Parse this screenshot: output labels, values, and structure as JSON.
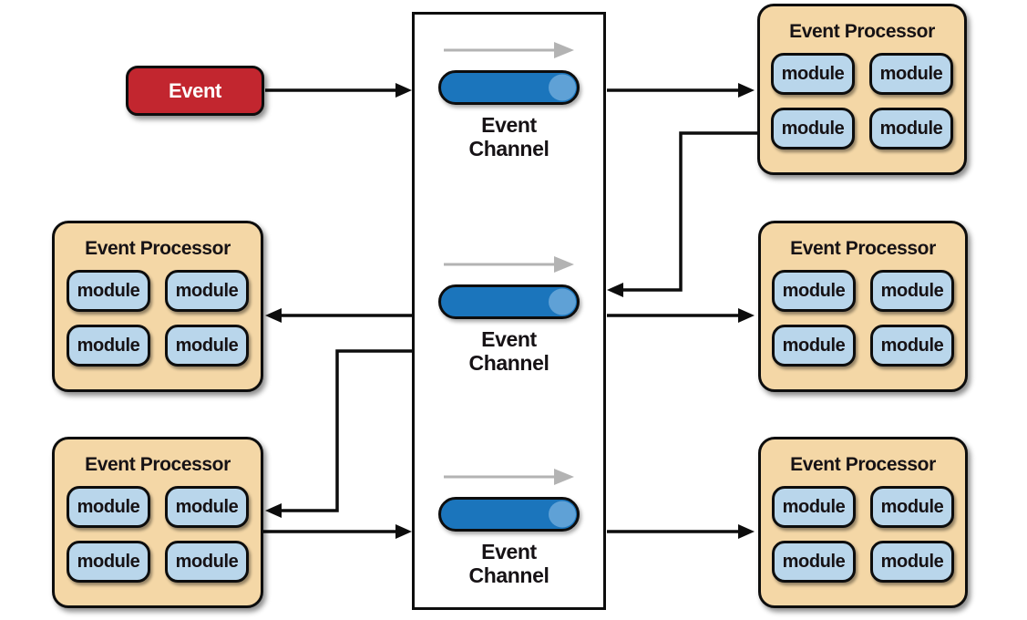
{
  "colors": {
    "event_red": "#c2262f",
    "processor_fill": "#f4d7a6",
    "module_fill": "#b9d6eb",
    "channel_fill": "#1b75bc",
    "channel_cap_fill": "#5fa1d6",
    "flow_gray": "#b3b3b3",
    "line_black": "#0d0d0d",
    "ink": "#161215",
    "canvas": "#ffffff"
  },
  "event": {
    "label": "Event"
  },
  "channel_box": {
    "channels": [
      {
        "label": "Event\nChannel"
      },
      {
        "label": "Event\nChannel"
      },
      {
        "label": "Event\nChannel"
      }
    ]
  },
  "processors": [
    {
      "position": "top-right",
      "title": "Event Processor",
      "modules": [
        "module",
        "module",
        "module",
        "module"
      ]
    },
    {
      "position": "middle-right",
      "title": "Event Processor",
      "modules": [
        "module",
        "module",
        "module",
        "module"
      ]
    },
    {
      "position": "bottom-right",
      "title": "Event Processor",
      "modules": [
        "module",
        "module",
        "module",
        "module"
      ]
    },
    {
      "position": "middle-left",
      "title": "Event Processor",
      "modules": [
        "module",
        "module",
        "module",
        "module"
      ]
    },
    {
      "position": "bottom-left",
      "title": "Event Processor",
      "modules": [
        "module",
        "module",
        "module",
        "module"
      ]
    }
  ]
}
